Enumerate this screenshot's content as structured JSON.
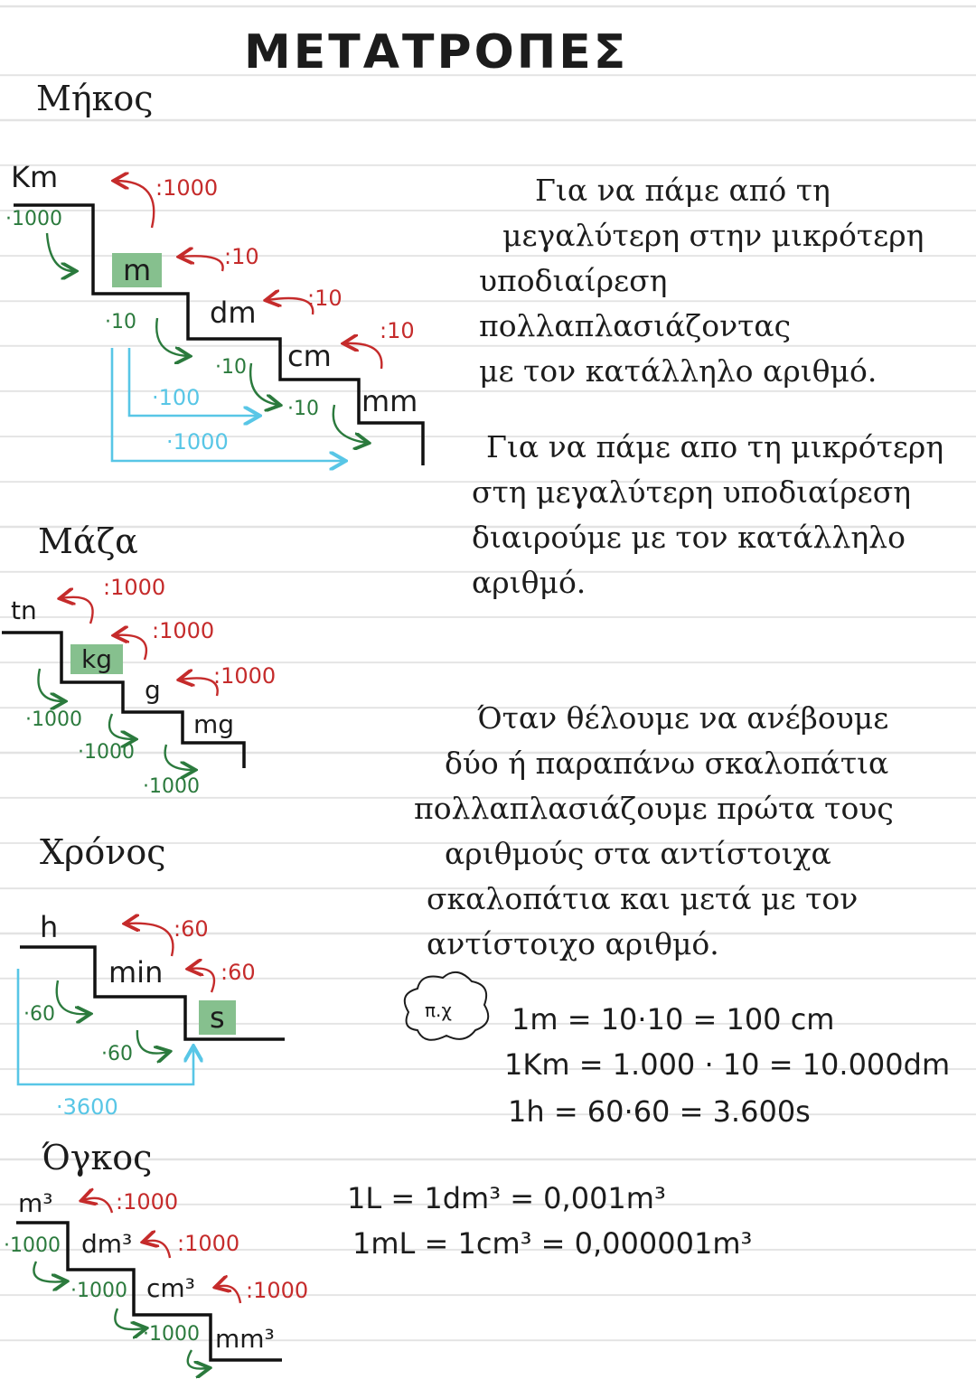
{
  "title": "ΜΕΤΑΤΡΟΠΕΣ",
  "colors": {
    "red": "#c52b2b",
    "green": "#2b7a3d",
    "blue": "#58c6e6",
    "highlight": "#86c08e"
  },
  "length": {
    "heading": "Μήκος",
    "units": [
      "Km",
      "m",
      "dm",
      "cm",
      "mm"
    ],
    "divide": [
      ":1000",
      ":10",
      ":10",
      ":10"
    ],
    "multiply": [
      "·1000",
      "·10",
      "·10",
      "·10"
    ],
    "combined": [
      "·100",
      "·1000"
    ]
  },
  "mass": {
    "heading": "Μάζα",
    "units": [
      "tn",
      "kg",
      "g",
      "mg"
    ],
    "divide": [
      ":1000",
      ":1000",
      ":1000"
    ],
    "multiply": [
      "·1000",
      "·1000",
      "·1000"
    ]
  },
  "time": {
    "heading": "Χρόνος",
    "units": [
      "h",
      "min",
      "s"
    ],
    "divide": [
      ":60",
      ":60"
    ],
    "multiply": [
      "·60",
      "·60"
    ],
    "combined": "·3600"
  },
  "volume": {
    "heading": "Όγκος",
    "units": [
      "m³",
      "dm³",
      "cm³",
      "mm³"
    ],
    "divide": [
      ":1000",
      ":1000",
      ":1000"
    ],
    "multiply": [
      "·1000",
      "·1000",
      "·1000"
    ]
  },
  "notes": {
    "big_to_small": [
      "Για να πάμε από τη",
      "μεγαλύτερη στην μικρότερη",
      "υποδιαίρεση πολλαπλασιάζοντας",
      "με τον κατάλληλο αριθμό."
    ],
    "small_to_big": [
      "Για να πάμε απο τη μικρότερη",
      "στη μεγαλύτερη υποδιαίρεση",
      "διαιρούμε με τον κατάλληλο",
      "αριθμό."
    ],
    "multi_step": [
      "Όταν θέλουμε να ανέβουμε",
      "δύο ή παραπάνω σκαλοπάτια",
      "πολλαπλασιάζουμε πρώτα τους",
      "αριθμούς στα αντίστοιχα",
      "σκαλοπάτια και μετά με τον",
      "αντίστοιχο αριθμό."
    ]
  },
  "examples": {
    "badge": "π.χ",
    "lines": [
      "1m = 10·10 = 100 cm",
      "1Km = 1.000 · 10 = 10.000dm",
      "1h = 60·60 = 3.600s"
    ]
  },
  "volume_examples": [
    "1L = 1dm³ = 0,001m³",
    "1mL = 1cm³ = 0,000001m³"
  ]
}
